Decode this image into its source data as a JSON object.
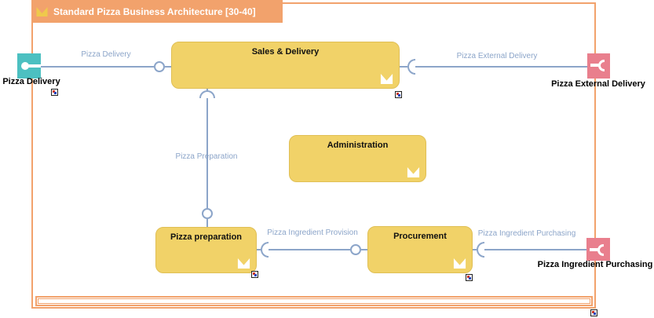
{
  "title": "Standard Pizza Business Architecture [30-40]",
  "functions": [
    {
      "label": "Sales & Delivery"
    },
    {
      "label": "Administration"
    },
    {
      "label": "Pizza preparation"
    },
    {
      "label": "Procurement"
    }
  ],
  "interfaces": [
    {
      "label": "Pizza Delivery",
      "kind": "provided"
    },
    {
      "label": "Pizza External Delivery",
      "kind": "required"
    },
    {
      "label": "Pizza Ingredient Purchasing",
      "kind": "required"
    }
  ],
  "flows": [
    {
      "label": "Pizza Delivery"
    },
    {
      "label": "Pizza External Delivery"
    },
    {
      "label": "Pizza Preparation"
    },
    {
      "label": "Pizza Ingredient Provision"
    },
    {
      "label": "Pizza Ingredient Purchasing"
    }
  ],
  "colors": {
    "frame": "#F2A26C",
    "function_fill": "#F1D268",
    "provided_interface": "#4CC0C1",
    "required_interface": "#E97F8D",
    "connector": "#8CA5C9"
  }
}
